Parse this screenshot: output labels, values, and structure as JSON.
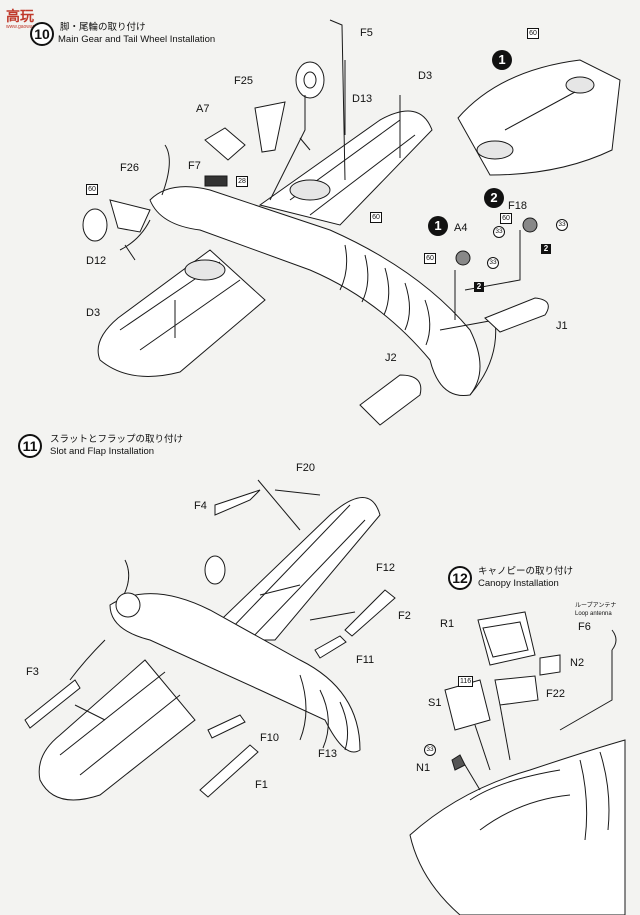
{
  "watermark": {
    "text": "高玩",
    "url": "www.gaowan.com"
  },
  "step10": {
    "number": "10",
    "title_jp": "脚・尾輪の取り付け",
    "title_en": "Main Gear and Tail Wheel Installation"
  },
  "step11": {
    "number": "11",
    "title_jp": "スラットとフラップの取り付け",
    "title_en": "Slot and Flap Installation"
  },
  "step12": {
    "number": "12",
    "title_jp": "キャノピーの取り付け",
    "title_en": "Canopy Installation",
    "note_jp": "ループアンテナ",
    "note_en": "Loop antenna"
  },
  "parts10": {
    "F5": "F5",
    "D3a": "D3",
    "F25": "F25",
    "D13": "D13",
    "A7": "A7",
    "F7": "F7",
    "F26": "F26",
    "D12": "D12",
    "D3b": "D3",
    "A4": "A4",
    "F18": "F18",
    "J1": "J1",
    "J2": "J2"
  },
  "parts11": {
    "F20": "F20",
    "F4": "F4",
    "F12": "F12",
    "F2": "F2",
    "F11": "F11",
    "F3": "F3",
    "F10": "F10",
    "F13": "F13",
    "F1": "F1"
  },
  "parts12": {
    "R1": "R1",
    "N2": "N2",
    "F6": "F6",
    "F22": "F22",
    "S1": "S1",
    "N1": "N1"
  },
  "callouts": {
    "c60": "60",
    "c28": "28",
    "c33": "33",
    "c2": "2",
    "c116": "116",
    "m1": "1",
    "m2": "2"
  }
}
